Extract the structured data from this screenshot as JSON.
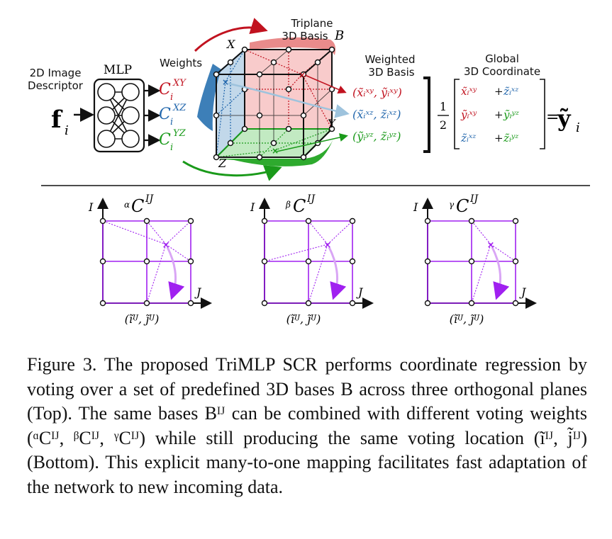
{
  "top": {
    "descriptor_label_line1": "2D Image",
    "descriptor_label_line2": "Descriptor",
    "descriptor_symbol": "f",
    "descriptor_sub": "i",
    "mlp_label": "MLP",
    "weights_label": "Weights",
    "weights": [
      {
        "base": "C",
        "sub": "i",
        "sup": "XY",
        "color": "#c1121f"
      },
      {
        "base": "C",
        "sub": "i",
        "sup": "XZ",
        "color": "#2166ac"
      },
      {
        "base": "C",
        "sub": "i",
        "sup": "YZ",
        "color": "#1a9a1a"
      }
    ],
    "triplane_label_line1": "Triplane",
    "triplane_label_line2": "3D Basis",
    "triplane_symbol": "B",
    "axis_x": "X",
    "axis_y": "Y",
    "axis_z": "Z",
    "weighted_label_line1": "Weighted",
    "weighted_label_line2": "3D Basis",
    "weighted_tuples": [
      {
        "text": "(x̃ᵢˣʸ, ỹᵢˣʸ)",
        "color": "#c1121f"
      },
      {
        "text": "(x̃ᵢˣᶻ, z̃ᵢˣᶻ)",
        "color": "#2166ac"
      },
      {
        "text": "(ỹᵢʸᶻ, z̃ᵢʸᶻ)",
        "color": "#1a9a1a"
      }
    ],
    "global_label_line1": "Global",
    "global_label_line2": "3D Coordinate",
    "half_num": "1",
    "half_den": "2",
    "matrix_rows": [
      {
        "a": "x̃ᵢˣʸ",
        "a_color": "#c1121f",
        "b": "z̃ᵢˣᶻ",
        "b_color": "#2166ac"
      },
      {
        "a": "ỹᵢˣʸ",
        "a_color": "#c1121f",
        "b": "ỹᵢʸᶻ",
        "b_color": "#1a9a1a"
      },
      {
        "a": "z̃ᵢˣᶻ",
        "a_color": "#2166ac",
        "b": "z̃ᵢʸᶻ",
        "b_color": "#1a9a1a"
      }
    ],
    "equals": "=",
    "output_symbol": "ỹ",
    "output_sub": "i"
  },
  "bottom": {
    "panels": [
      {
        "prefix": "α",
        "base": "C",
        "sup": "IJ"
      },
      {
        "prefix": "β",
        "base": "C",
        "sup": "IJ"
      },
      {
        "prefix": "γ",
        "base": "C",
        "sup": "IJ"
      }
    ],
    "axis_i": "I",
    "axis_j": "J",
    "coord_label": "(ĩᴵᴶ, j̃ᴵᴶ)",
    "grid_color": "#a020f0"
  },
  "caption": "Figure 3. The proposed TriMLP SCR performs coordinate regression by voting over a set of predefined 3D bases B across three orthogonal planes (Top). The same bases Bᴵᴶ can be combined with different voting weights (ᵅCᴵᴶ, ᵝCᴵᴶ, ᵞCᴵᴶ) while still producing the same voting location (ĩᴵᴶ, j̃ᴵᴶ) (Bottom). This explicit many-to-one mapping facilitates fast adaptation of the network to new incoming data."
}
